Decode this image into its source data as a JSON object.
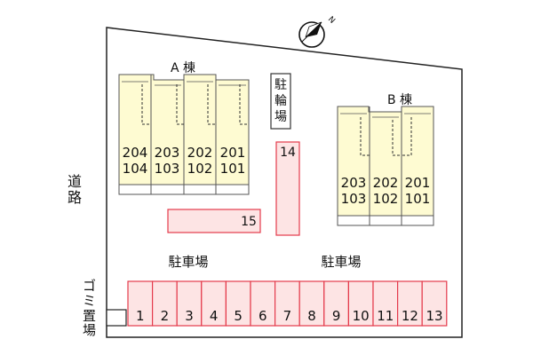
{
  "compass": {
    "north_label": "N",
    "icon": "compass-rose-icon"
  },
  "road_label": [
    "道",
    "路"
  ],
  "garbage_label": [
    "ゴ",
    "ミ",
    "置",
    "場"
  ],
  "building_a": {
    "label": "A 棟",
    "units": [
      {
        "upper": "204",
        "lower": "104"
      },
      {
        "upper": "203",
        "lower": "103"
      },
      {
        "upper": "202",
        "lower": "102"
      },
      {
        "upper": "201",
        "lower": "101"
      }
    ]
  },
  "building_b": {
    "label": "B 棟",
    "units": [
      {
        "upper": "203",
        "lower": "103"
      },
      {
        "upper": "202",
        "lower": "102"
      },
      {
        "upper": "201",
        "lower": "101"
      }
    ]
  },
  "bicycle_parking_label": [
    "駐",
    "輪",
    "場"
  ],
  "parking_labels": {
    "left": "駐車場",
    "right": "駐車場"
  },
  "parking_spaces": [
    "1",
    "2",
    "3",
    "4",
    "5",
    "6",
    "7",
    "8",
    "9",
    "10",
    "11",
    "12",
    "13"
  ],
  "extra_spaces": {
    "vertical": "14",
    "horizontal": "15"
  },
  "colors": {
    "building_fill": "#fefbd2",
    "building_stroke": "#555555",
    "parking_fill": "#fde4e4",
    "parking_stroke": "#e43a4b",
    "ground_stroke": "#222222"
  }
}
